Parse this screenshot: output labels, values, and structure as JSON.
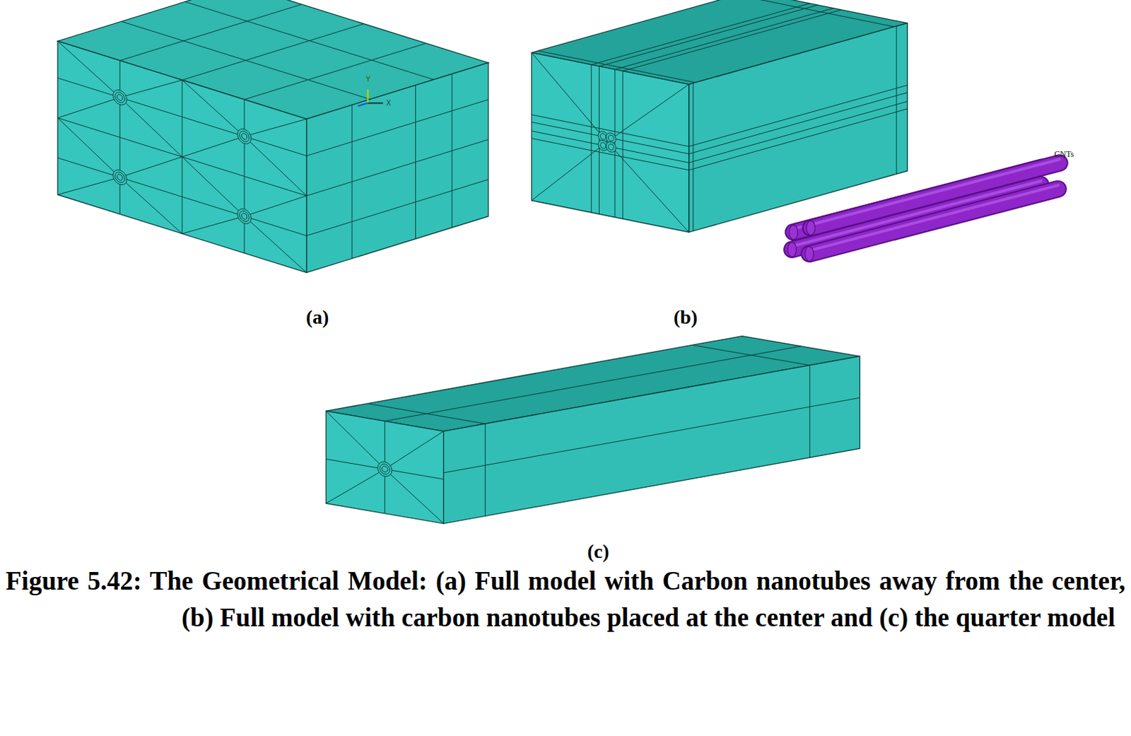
{
  "diagram": {
    "caption": "Figure 5.42: The Geometrical Model: (a) Full model with Carbon nanotubes away from the center, (b) Full model with carbon nanotubes placed at the center and (c) the quarter model",
    "labels": [
      "Y",
      "X",
      "CNTs",
      "(a)",
      "(b)",
      "(c)"
    ]
  }
}
